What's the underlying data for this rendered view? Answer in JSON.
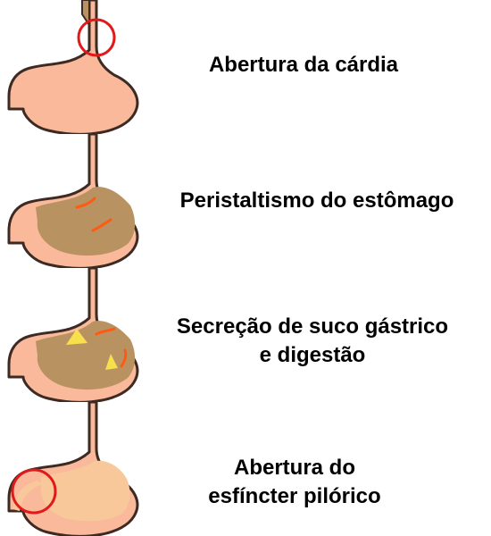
{
  "stages": [
    {
      "id": "cardia",
      "lines": [
        "Abertura da cárdia"
      ]
    },
    {
      "id": "peristalsis",
      "lines": [
        "Peristaltismo do estômago"
      ]
    },
    {
      "id": "secretion",
      "lines": [
        "Secreção de suco gástrico",
        "e digestão"
      ]
    },
    {
      "id": "pylorus",
      "lines": [
        "Abertura do",
        "esfíncter pilórico"
      ]
    }
  ],
  "colors": {
    "stomach_fill": "#f9b99a",
    "stomach_stroke": "#3d2a22",
    "contents": "#b99262",
    "peristalsis_arrow": "#ff5a14",
    "secretion_glow": "#ffe84a",
    "highlight_circle": "#e0191b",
    "pylorus_contents": "#f8c89b"
  }
}
